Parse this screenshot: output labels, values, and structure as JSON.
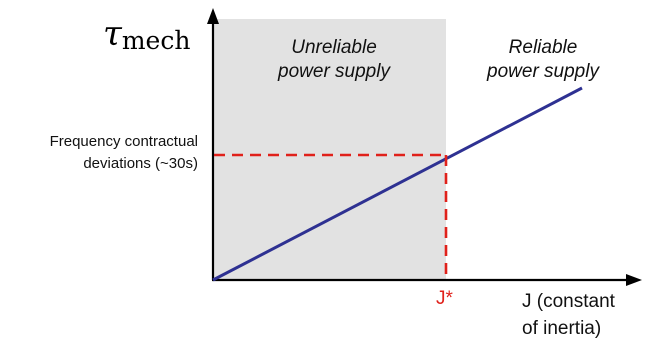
{
  "y_symbol": {
    "main": "τ",
    "subscript": "mech"
  },
  "regions": {
    "left_line1": "Unreliable",
    "left_line2": "power supply",
    "right_line1": "Reliable",
    "right_line2": "power supply"
  },
  "y_threshold_label": {
    "line1": "Frequency contractual",
    "line2": "deviations (~30s)"
  },
  "x_threshold_label": "J*",
  "x_axis_label": {
    "line1": "J (constant",
    "line2": "of inertia)"
  },
  "colors": {
    "line": "#2e3192",
    "threshold": "#e0211b",
    "shade": "#e2e2e2",
    "axis": "#000000"
  }
}
